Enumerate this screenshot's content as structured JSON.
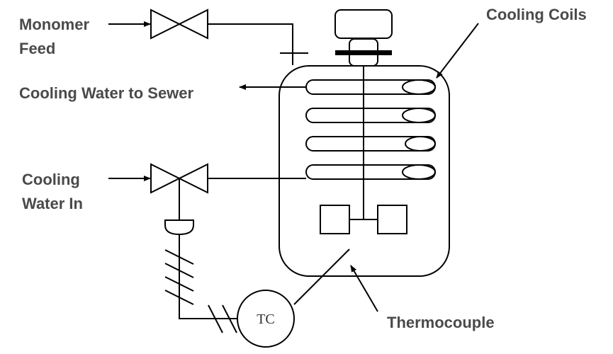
{
  "diagram": {
    "type": "process-flow",
    "title": "Polymerization reactor cooling control",
    "labels": {
      "monomer_feed_line1": "Monomer",
      "monomer_feed_line2": "Feed",
      "cooling_water_to_sewer": "Cooling Water to Sewer",
      "cooling_water_in_line1": "Cooling",
      "cooling_water_in_line2": "Water In",
      "cooling_coils": "Cooling Coils",
      "thermocouple": "Thermocouple",
      "temperature_controller": "TC"
    },
    "components": [
      {
        "id": "monomer-feed-valve",
        "kind": "gate-valve"
      },
      {
        "id": "cooling-water-valve",
        "kind": "control-valve"
      },
      {
        "id": "valve-actuator",
        "kind": "diaphragm-actuator"
      },
      {
        "id": "reactor-vessel",
        "kind": "vessel"
      },
      {
        "id": "agitator-motor",
        "kind": "motor"
      },
      {
        "id": "agitator-shaft",
        "kind": "shaft"
      },
      {
        "id": "impeller",
        "kind": "paddle-impeller"
      },
      {
        "id": "cooling-coils",
        "kind": "coil",
        "turns": 4
      },
      {
        "id": "temperature-controller",
        "kind": "instrument",
        "tag": "TC"
      },
      {
        "id": "thermocouple",
        "kind": "sensor"
      }
    ],
    "signal_lines": {
      "controller_to_valve": "pneumatic",
      "sensor_to_controller": "electric"
    }
  }
}
